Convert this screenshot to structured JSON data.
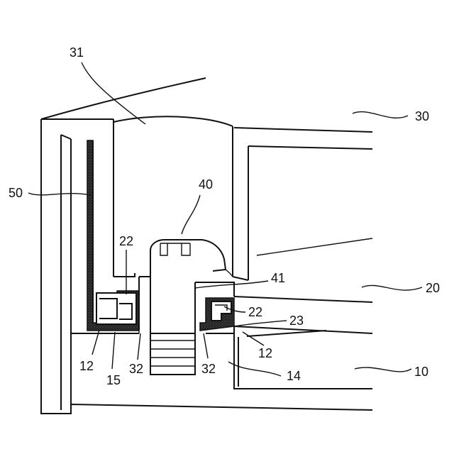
{
  "figure": {
    "labels": {
      "l31": "31",
      "l30": "30",
      "l50": "50",
      "l40": "40",
      "l22a": "22",
      "l41": "41",
      "l20": "20",
      "l22b": "22",
      "l23": "23",
      "l12a": "12",
      "l32a": "32",
      "l32b": "32",
      "l12b": "12",
      "l15": "15",
      "l14": "14",
      "l10": "10"
    }
  },
  "colors": {
    "line": "#111111",
    "seal_fill": "#2b2b2b",
    "background": "#ffffff"
  }
}
